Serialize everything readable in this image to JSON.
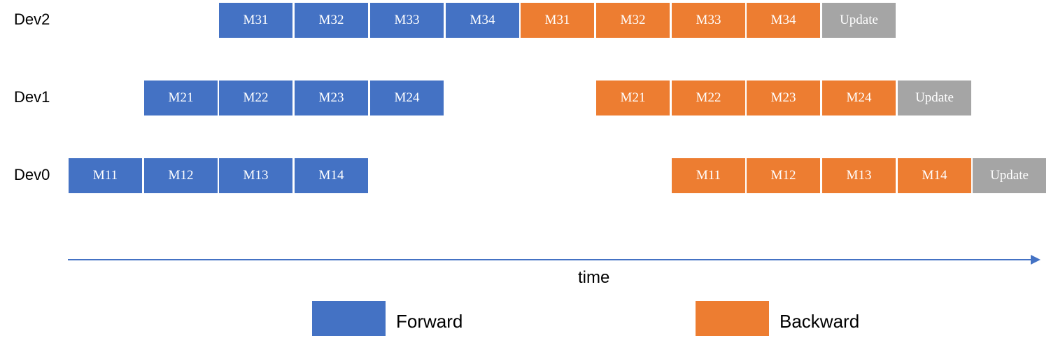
{
  "colors": {
    "forward": "#4472C4",
    "backward": "#ED7D31",
    "update": "#A5A5A5",
    "axis": "#4472C4"
  },
  "devices": [
    {
      "label": "Dev2",
      "blocks": [
        {
          "label": "M31",
          "kind": "forward",
          "slot": 2
        },
        {
          "label": "M32",
          "kind": "forward",
          "slot": 3
        },
        {
          "label": "M33",
          "kind": "forward",
          "slot": 4
        },
        {
          "label": "M34",
          "kind": "forward",
          "slot": 5
        },
        {
          "label": "M31",
          "kind": "backward",
          "slot": 6
        },
        {
          "label": "M32",
          "kind": "backward",
          "slot": 7
        },
        {
          "label": "M33",
          "kind": "backward",
          "slot": 8
        },
        {
          "label": "M34",
          "kind": "backward",
          "slot": 9
        },
        {
          "label": "Update",
          "kind": "update",
          "slot": 10
        }
      ]
    },
    {
      "label": "Dev1",
      "blocks": [
        {
          "label": "M21",
          "kind": "forward",
          "slot": 1
        },
        {
          "label": "M22",
          "kind": "forward",
          "slot": 2
        },
        {
          "label": "M23",
          "kind": "forward",
          "slot": 3
        },
        {
          "label": "M24",
          "kind": "forward",
          "slot": 4
        },
        {
          "label": "M21",
          "kind": "backward",
          "slot": 7
        },
        {
          "label": "M22",
          "kind": "backward",
          "slot": 8
        },
        {
          "label": "M23",
          "kind": "backward",
          "slot": 9
        },
        {
          "label": "M24",
          "kind": "backward",
          "slot": 10
        },
        {
          "label": "Update",
          "kind": "update",
          "slot": 11
        }
      ]
    },
    {
      "label": "Dev0",
      "blocks": [
        {
          "label": "M11",
          "kind": "forward",
          "slot": 0
        },
        {
          "label": "M12",
          "kind": "forward",
          "slot": 1
        },
        {
          "label": "M13",
          "kind": "forward",
          "slot": 2
        },
        {
          "label": "M14",
          "kind": "forward",
          "slot": 3
        },
        {
          "label": "M11",
          "kind": "backward",
          "slot": 8
        },
        {
          "label": "M12",
          "kind": "backward",
          "slot": 9
        },
        {
          "label": "M13",
          "kind": "backward",
          "slot": 10
        },
        {
          "label": "M14",
          "kind": "backward",
          "slot": 11
        },
        {
          "label": "Update",
          "kind": "update",
          "slot": 12
        }
      ]
    }
  ],
  "axis": {
    "label": "time"
  },
  "legend": {
    "forward_label": "Forward",
    "backward_label": "Backward"
  }
}
